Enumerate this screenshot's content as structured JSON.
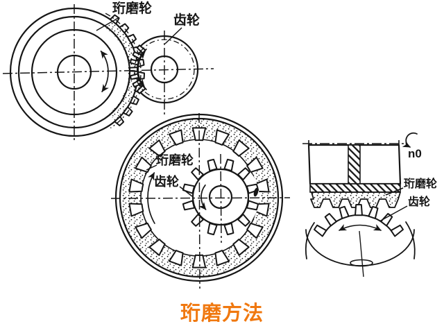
{
  "title": {
    "text": "珩磨方法",
    "color": "#F0780F"
  },
  "labels": {
    "external_mesh": {
      "honing_wheel": "珩磨轮",
      "gear": "齿轮"
    },
    "internal_mesh": {
      "honing_wheel": "珩磨轮",
      "gear": "齿轮"
    },
    "section_view": {
      "speed": "n0",
      "honing_wheel": "珩磨轮",
      "gear": "齿轮"
    }
  },
  "colors": {
    "ink": "#161616",
    "title_orange": "#F0780F",
    "background": "#FFFFFF"
  }
}
